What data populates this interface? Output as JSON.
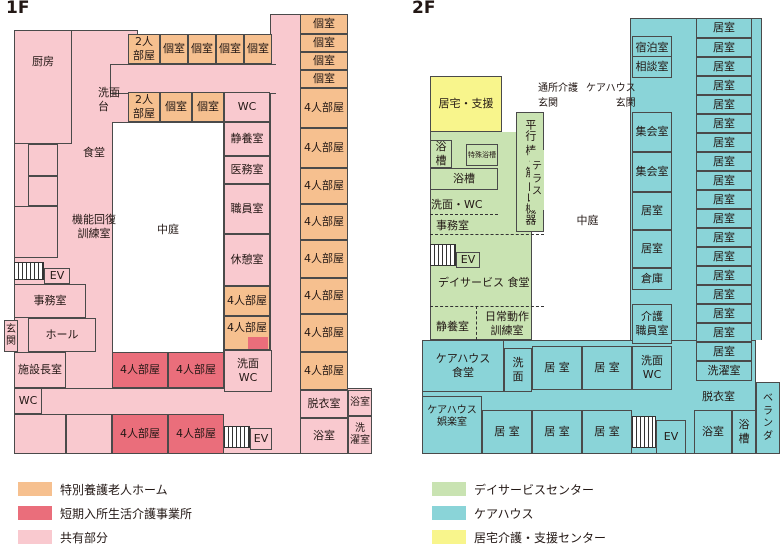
{
  "titles": {
    "f1": "1F",
    "f2": "2F"
  },
  "colors": {
    "special_nursing": "#f6c08f",
    "short_stay": "#ea6e7b",
    "common": "#f9c9cf",
    "day_service": "#c9e3b2",
    "care_house": "#8ad4d8",
    "home_care": "#f8f58c"
  },
  "f1": {
    "kitchen": "厨房",
    "washbasin": "洗面\n台",
    "dining": "食堂",
    "rehab": "機能回復\n訓練室",
    "ev": "EV",
    "office": "事務室",
    "entrance": "玄\n関",
    "hall": "ホール",
    "director": "施設長室",
    "wc": "WC",
    "courtyard": "中庭",
    "room2": "2人\n部屋",
    "private": "個室",
    "room4": "4人部屋",
    "quiet": "静養室",
    "medical": "医務室",
    "staff": "職員室",
    "rest": "休憩室",
    "wash_wc": "洗面\nWC",
    "dressing": "脱衣室",
    "bath": "浴室",
    "laundry": "洗\n濯室"
  },
  "f2": {
    "home_care": "居宅・支援",
    "day_entrance": "通所介護\n玄関",
    "carehouse_entrance": "ケアハウス\n玄関",
    "bath_a": "浴\n槽",
    "special_bath": "特殊浴槽",
    "bath_b": "浴槽",
    "parallel": "平行\n棒・筋\nトレ機器",
    "terrace": "テ\nラ\nス",
    "wash_wc": "洗面・WC",
    "office": "事務室",
    "ev": "EV",
    "day_dining": "デイサービス 食堂",
    "courtyard": "中庭",
    "quiet": "静養室",
    "daily_training": "日常動作\n訓練室",
    "ch_dining": "ケアハウス\n食堂",
    "washbasin": "洗\n面",
    "room": "居室",
    "room_sp": "居 室",
    "wash_wc2": "洗面\nWC",
    "ch_recreation": "ケアハウス\n娯楽室",
    "bath": "浴室",
    "bathtub": "浴\n槽",
    "dressing": "脱衣室",
    "veranda": "ベ\nラ\nン\nダ",
    "lodging": "宿泊室",
    "consult": "相談室",
    "meeting": "集会室",
    "storage": "倉庫",
    "care_staff": "介護\n職員室",
    "laundry": "洗濯室"
  },
  "legend": {
    "special_nursing": "特別養護老人ホーム",
    "short_stay": "短期入所生活介護事業所",
    "common": "共有部分",
    "day_service": "デイサービスセンター",
    "care_house": "ケアハウス",
    "home_care": "居宅介護・支援センター"
  }
}
